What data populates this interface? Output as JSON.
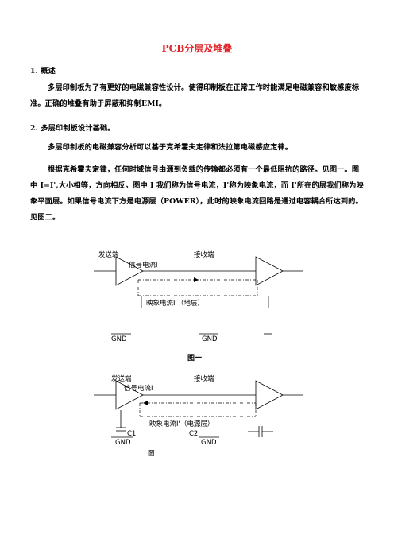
{
  "doc": {
    "title": "PCB分层及堆叠",
    "s1_head": "1.  概述",
    "s1_body": "多层印制板为了有更好的电磁兼容性设计。使得印制板在正常工作时能满足电磁兼容和敏感度标准。正确的堆叠有助于屏蔽和抑制EMI。",
    "s2_head": "2.  多层印制板设计基础。",
    "s2_p1": "多层印制板的电磁兼容分析可以基于克希霍夫定律和法拉第电磁感应定律。",
    "s2_p2": "根据克希霍夫定律，任何时域信号由源到负载的传输都必须有一个最低阻抗的路径。见图一。图中 I=I',大小相等，方向相反。图中 I 我们称为信号电流，I'称为映象电流，而 I'所在的层我们称为映象平面层。如果信号电流下方是电源层（POWER），此时的映象电流回路是通过电容耦合所达到的。见图二。"
  },
  "fig1": {
    "sender": "发送端",
    "receiver": "接收端",
    "signal": "信号电流I",
    "image": "映象电流I'（地层）",
    "gnd_left": "GND",
    "gnd_right": "GND",
    "caption": "图一"
  },
  "fig2": {
    "sender": "发送端",
    "receiver": "接收端",
    "signal": "信号电流I",
    "image": "映象电流I'（电源层）",
    "c1": "C1",
    "c2": "C2",
    "gnd_left": "GND",
    "gnd_right": "GND",
    "caption": "图二"
  }
}
